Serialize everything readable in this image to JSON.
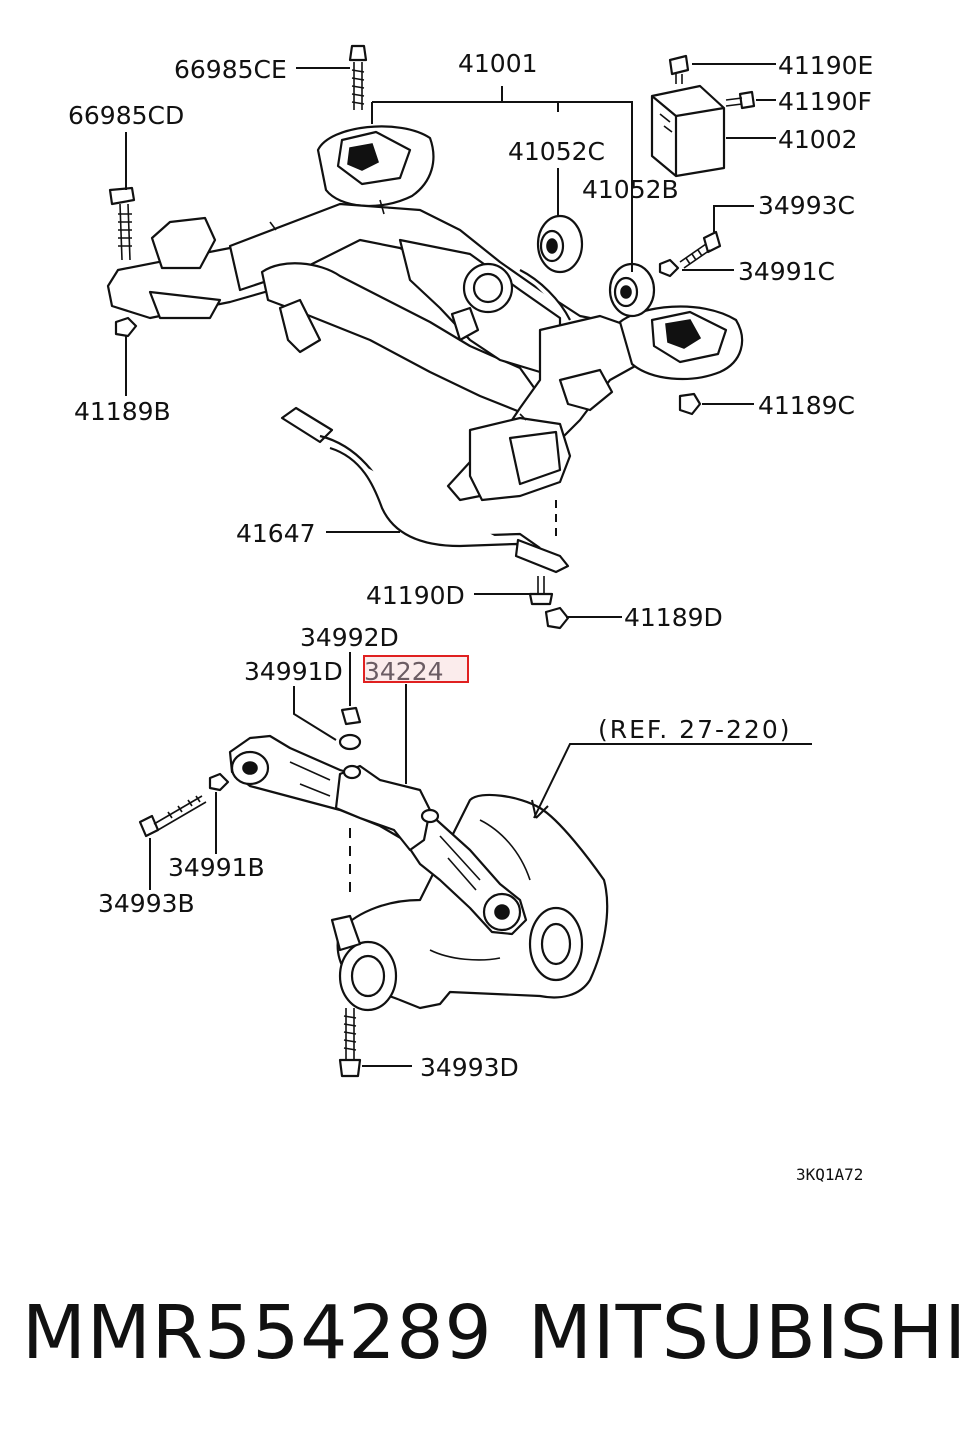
{
  "callouts": {
    "c66985CE": "66985CE",
    "c41001": "41001",
    "c41190E": "41190E",
    "c41190F": "41190F",
    "c66985CD": "66985CD",
    "c41002": "41002",
    "c41052C": "41052C",
    "c41052B": "41052B",
    "c34993C": "34993C",
    "c34991C": "34991C",
    "c41189B": "41189B",
    "c41189C": "41189C",
    "c41647": "41647",
    "c41190D": "41190D",
    "c41189D": "41189D",
    "c34992D": "34992D",
    "c34991D": "34991D",
    "c34224": "34224",
    "cRef": "(REF. 27-220)",
    "c34991B": "34991B",
    "c34993B": "34993B",
    "c34993D": "34993D"
  },
  "drawing_code": "3KQ1A72",
  "highlight_color": "#e02020",
  "footer": {
    "part_number": "MMR554289",
    "brand": "MITSUBISHI"
  }
}
